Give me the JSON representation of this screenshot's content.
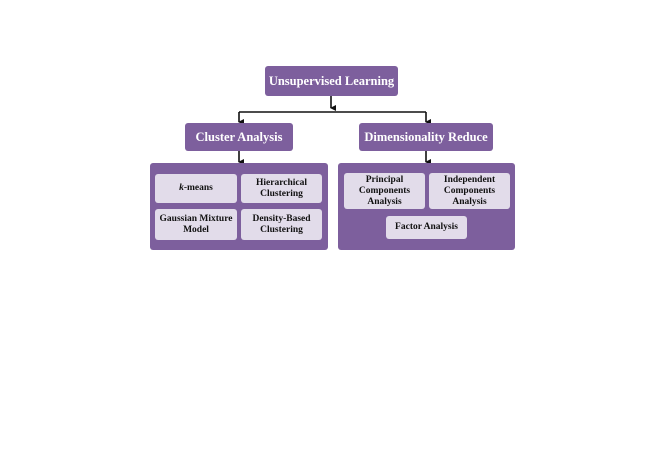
{
  "diagram": {
    "root": "Unsupervised Learning",
    "branches": [
      {
        "title": "Cluster Analysis",
        "items": [
          {
            "prefix": "k",
            "label": "-means"
          },
          {
            "label": "Hierarchical Clustering"
          },
          {
            "label": "Gaussian Mixture Model"
          },
          {
            "label": "Density-Based Clustering"
          }
        ]
      },
      {
        "title": "Dimensionality Reduce",
        "items": [
          {
            "label": "Principal Components Analysis"
          },
          {
            "label": "Independent Components Analysis"
          },
          {
            "label": "Factor Analysis"
          }
        ]
      }
    ],
    "colors": {
      "node": "#7d5f9d",
      "item": "#e2dcea",
      "connector": "#111111"
    }
  }
}
